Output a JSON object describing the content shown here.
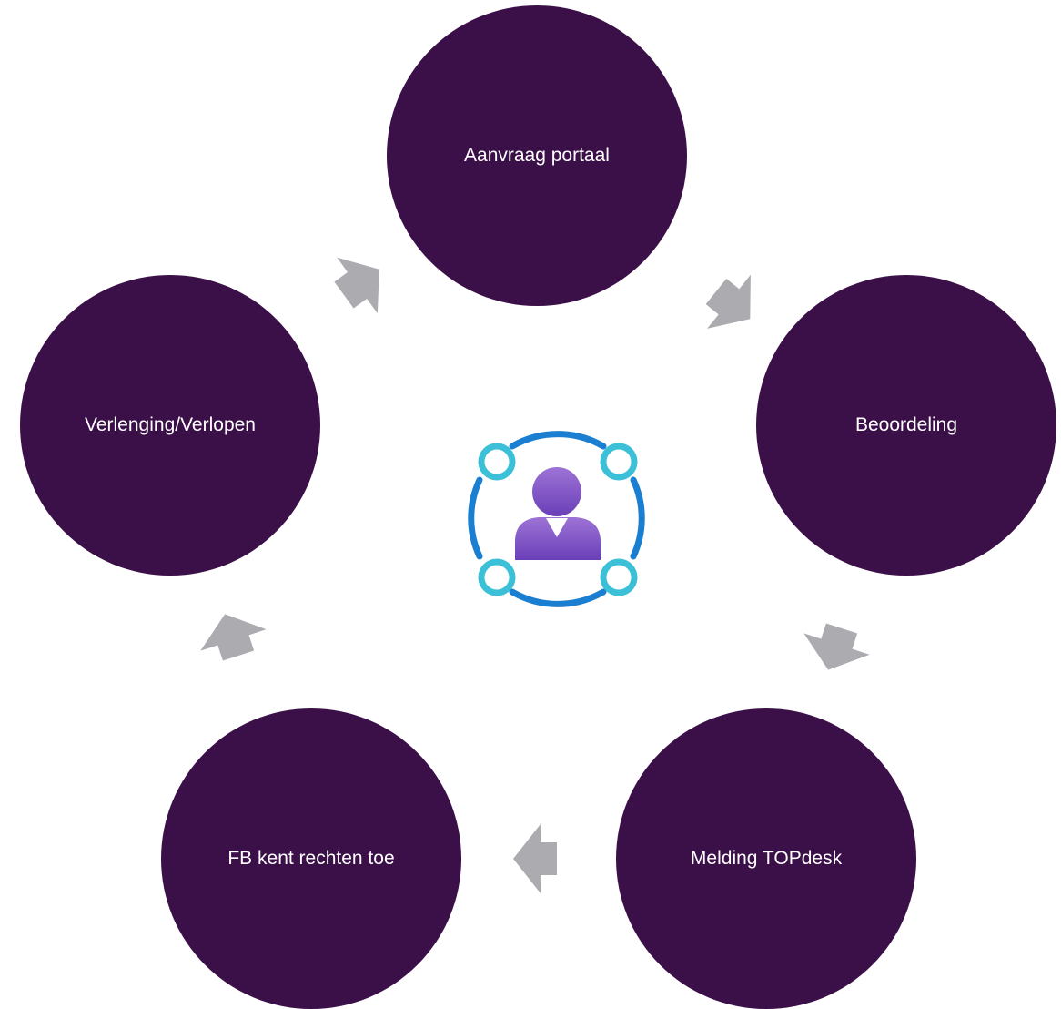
{
  "colors": {
    "node_fill": "#3b0f48",
    "node_text": "#ffffff",
    "arrow_fill": "#acabb0",
    "icon_ring": "#1a7fd0",
    "icon_node": "#3cc0d8",
    "icon_person_top": "#9d73d6",
    "icon_person_bottom": "#6a3fb8"
  },
  "center_icon": "user-network-icon",
  "cycle": {
    "steps": [
      {
        "label": "Aanvraag portaal"
      },
      {
        "label": "Beoordeling"
      },
      {
        "label": "Melding TOPdesk"
      },
      {
        "label": "FB kent rechten toe"
      },
      {
        "label": "Verlenging/Verlopen"
      }
    ],
    "arrow_icon": "chevron-arrow-icon"
  }
}
